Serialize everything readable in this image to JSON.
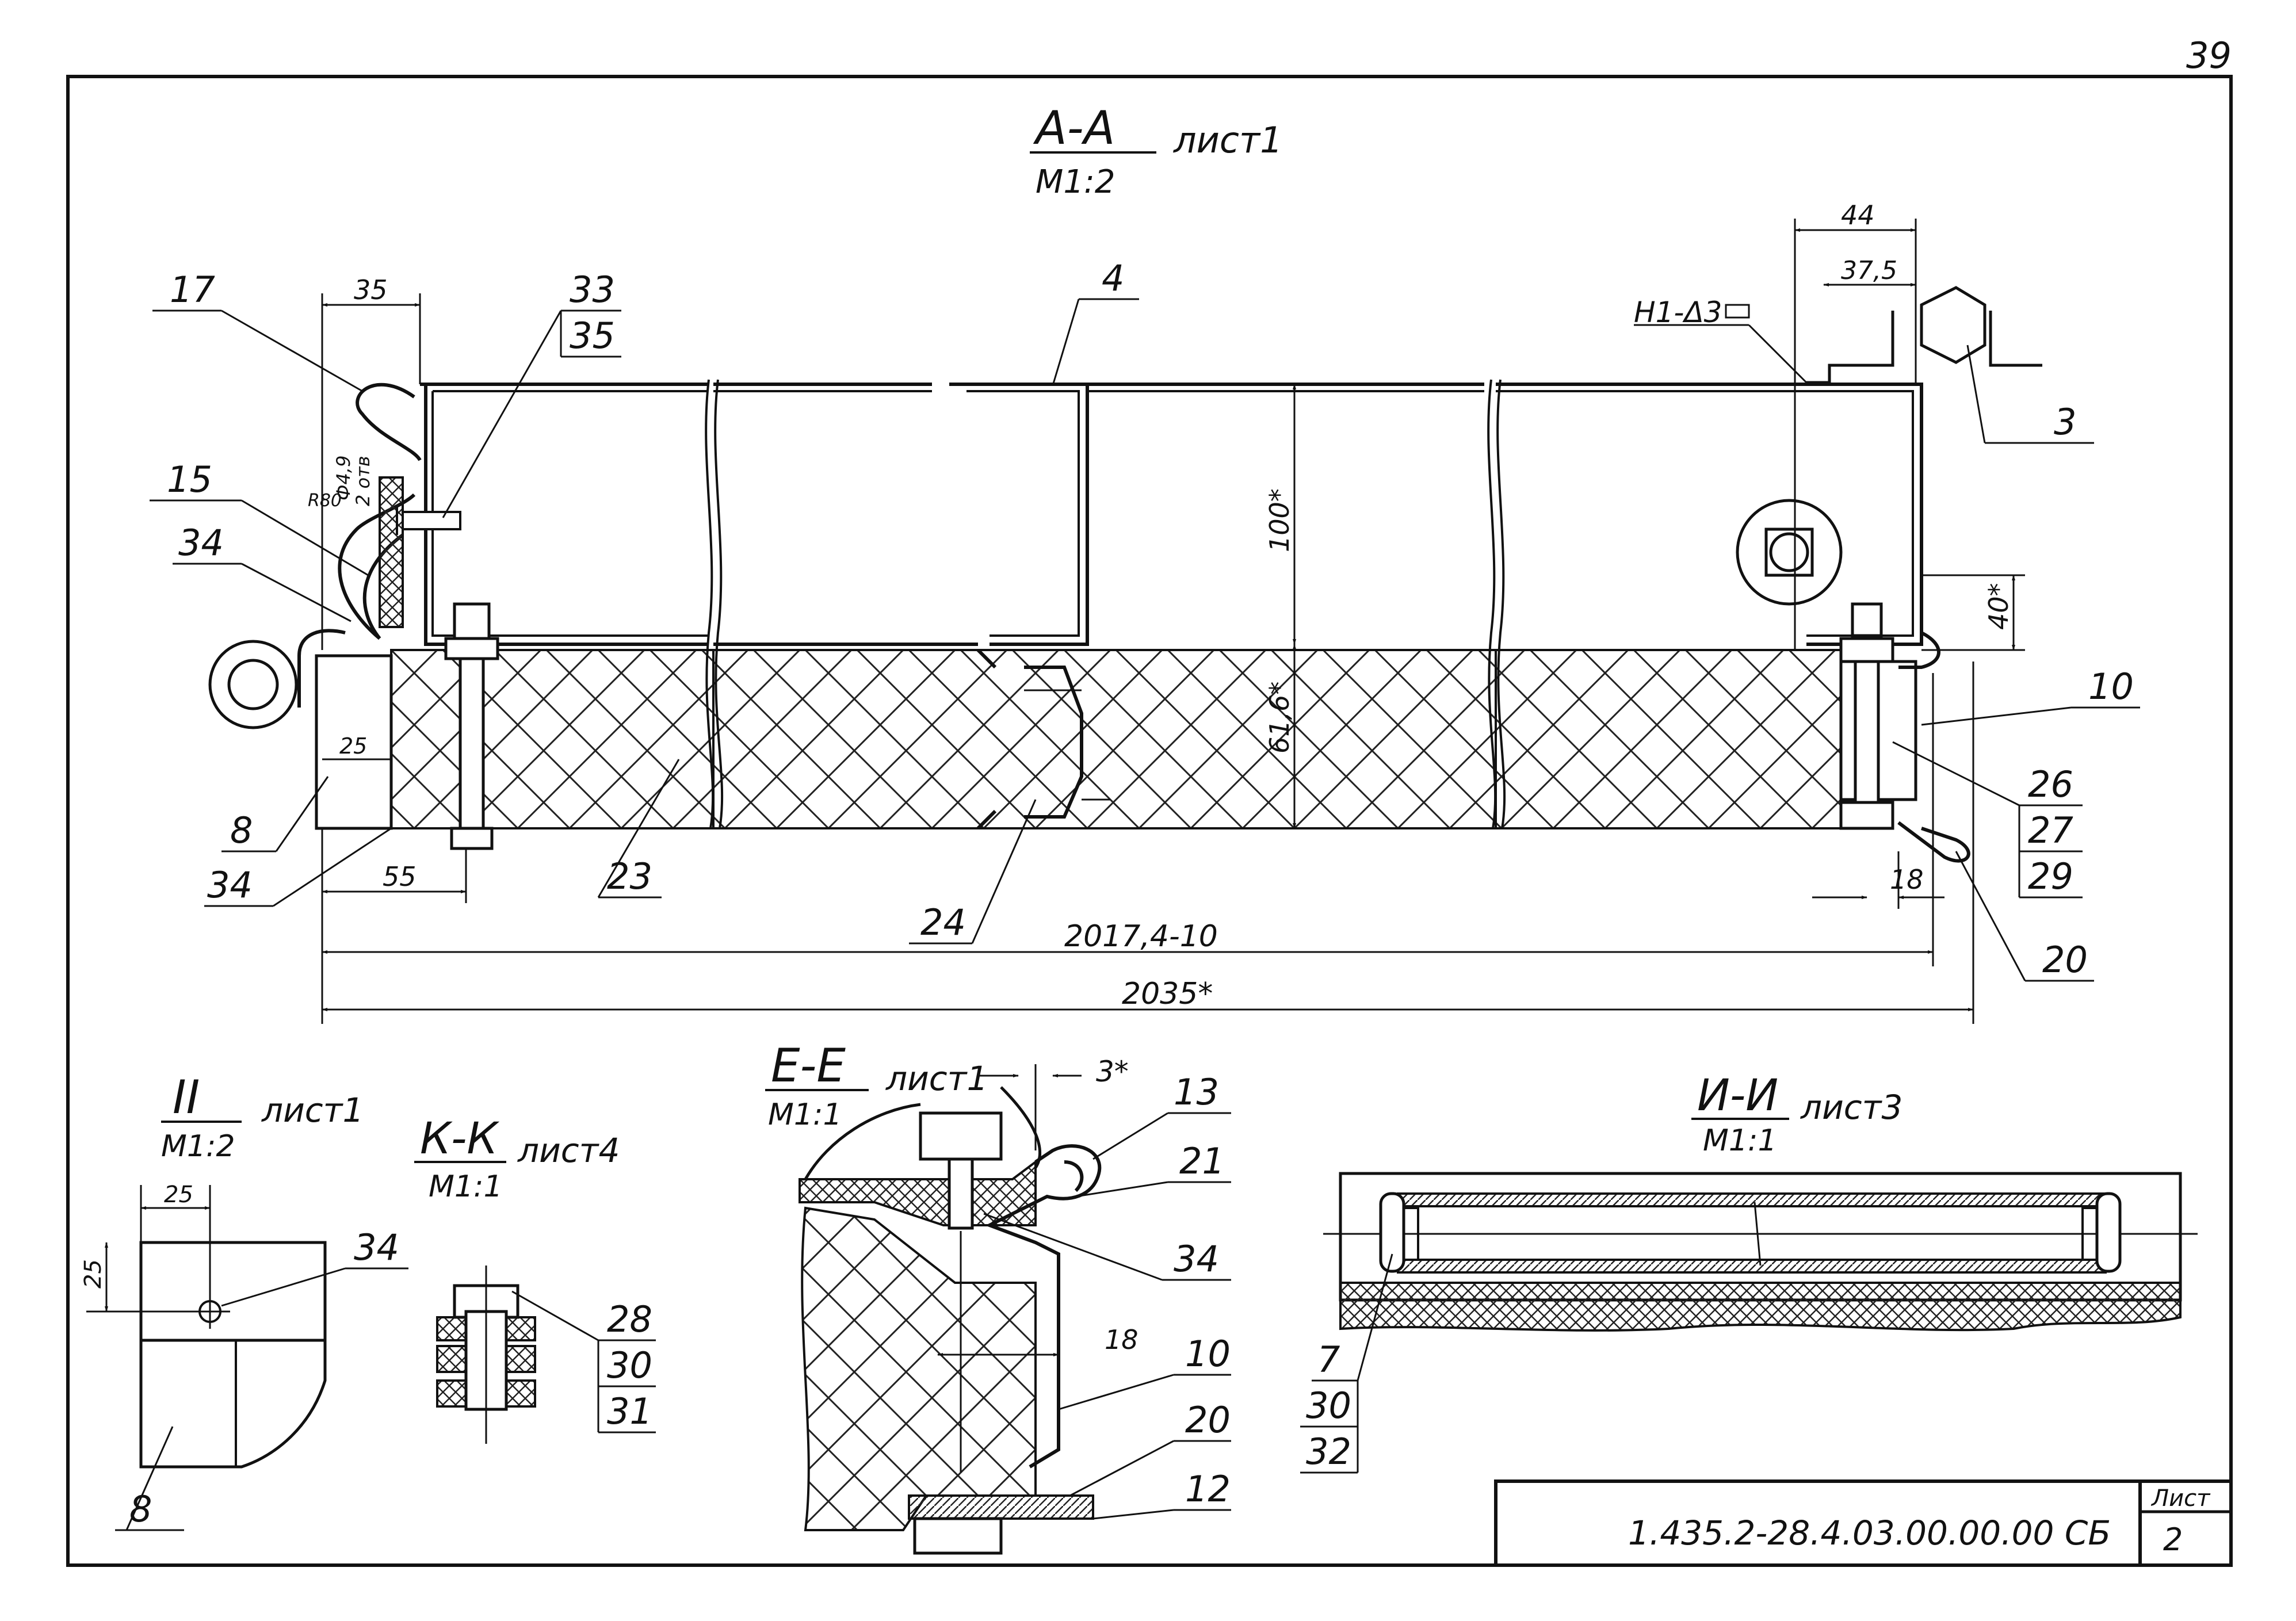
{
  "page_number": "39",
  "views": {
    "aa": {
      "title": "А-А",
      "sheet": "лист1",
      "scale": "М1:2"
    },
    "ee": {
      "title": "Е-Е",
      "sheet": "лист1",
      "scale": "М1:1"
    },
    "ii": {
      "title": "II",
      "sheet": "лист1",
      "scale": "М1:2"
    },
    "kk": {
      "title": "К-К",
      "sheet": "лист4",
      "scale": "М1:1"
    },
    "in": {
      "title": "И-И",
      "sheet": "лист3",
      "scale": "М1:1"
    }
  },
  "dimensions": {
    "d35": "35",
    "d44": "44",
    "d37_5": "37,5",
    "d100": "100*",
    "d61_6": "61,6*",
    "d40": "40*",
    "d55": "55",
    "d18": "18",
    "d2017": "2017,4-10",
    "d2035": "2035*",
    "d25a": "25",
    "d3": "3*",
    "d18b": "18",
    "d25b": "25",
    "d25c": "25",
    "d4_9": "Ф4,9",
    "d2_ots": "2 отв",
    "r80": "R80"
  },
  "weld_note": "Н1-Δ3",
  "callouts": {
    "c17": "17",
    "c33": "33",
    "c35": "35",
    "c4": "4",
    "c3": "3",
    "c15": "15",
    "c34a": "34",
    "c8a": "8",
    "c34b": "34",
    "c23": "23",
    "c24": "24",
    "c10a": "10",
    "c26": "26",
    "c27": "27",
    "c29": "29",
    "c20a": "20",
    "c13": "13",
    "c21": "21",
    "c34c": "34",
    "c10b": "10",
    "c20b": "20",
    "c12": "12",
    "c34d": "34",
    "c8b": "8",
    "c28": "28",
    "c30a": "30",
    "c31": "31",
    "c7": "7",
    "c30b": "30",
    "c32": "32"
  },
  "title_block": {
    "designation": "1.435.2-28.4.03.00.00.00 СБ",
    "sheet_label": "Лист",
    "sheet_number": "2"
  }
}
